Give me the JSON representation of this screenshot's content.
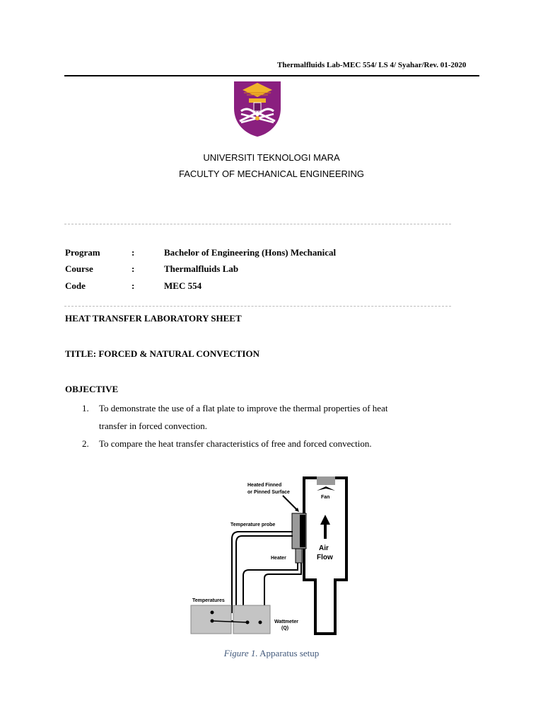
{
  "header": {
    "reference": "Thermalfluids Lab-MEC 554/ LS 4/ Syahar/Rev. 01-2020"
  },
  "institution": {
    "university": "UNIVERSITI TEKNOLOGI MARA",
    "faculty": "FACULTY OF MECHANICAL ENGINEERING",
    "logo_colors": {
      "shield": "#8a1f7f",
      "chevron": "#f0b32a",
      "emblem": "#ffffff"
    }
  },
  "course_info": [
    {
      "label": "Program",
      "separator": ":",
      "value": "Bachelor of Engineering (Hons) Mechanical"
    },
    {
      "label": "Course",
      "separator": ":",
      "value": "Thermalfluids Lab"
    },
    {
      "label": "Code",
      "separator": ":",
      "value": "MEC 554"
    }
  ],
  "sheet_title": "HEAT TRANSFER LABORATORY SHEET",
  "title": "TITLE: FORCED & NATURAL CONVECTION",
  "objective": {
    "heading": "OBJECTIVE",
    "items": [
      {
        "number": "1.",
        "line1": "To demonstrate the use of a flat plate to improve the thermal properties of heat",
        "line2": "transfer in forced convection."
      },
      {
        "number": "2.",
        "line1": "To compare the heat transfer characteristics of free and forced convection.",
        "line2": ""
      }
    ]
  },
  "figure": {
    "labels": {
      "heated_surface_1": "Heated Finned",
      "heated_surface_2": "or Pinned Surface",
      "fan": "Fan",
      "temperature_probe": "Temperature probe",
      "air": "Air",
      "flow": "Flow",
      "heater": "Heater",
      "temperatures": "Temperatures",
      "wattmeter": "Wattmeter",
      "wattmeter_symbol": "(Q)"
    },
    "caption_italic": "Figure 1.",
    "caption_text": " Apparatus setup",
    "caption_color": "#41587a"
  }
}
